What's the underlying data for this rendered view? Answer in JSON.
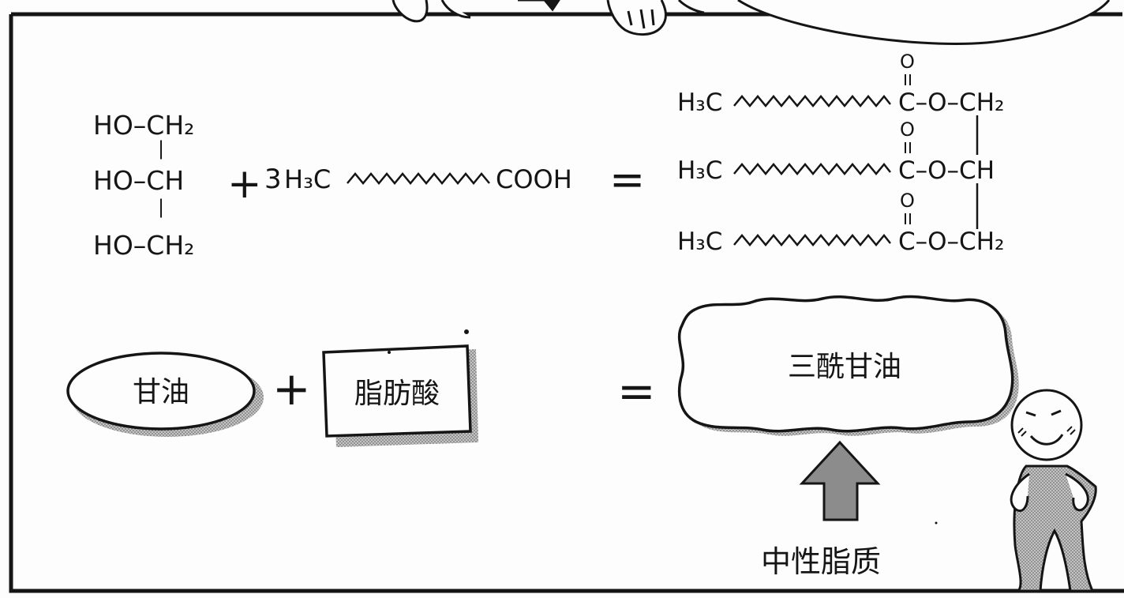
{
  "glycerol": {
    "line1": "HO–CH₂",
    "line2": "HO–CH",
    "line3": "HO–CH₂",
    "bond": "|"
  },
  "plus_top": "+",
  "fatty_acid": {
    "coef": "3",
    "left": "H₃C",
    "right": "COOH"
  },
  "equals_top": "=",
  "triglyceride": {
    "row1_left": "H₃C",
    "row1_right": "C–O–CH₂",
    "row2_left": "H₃C",
    "row2_right": "C–O–CH",
    "row3_left": "H₃C",
    "row3_right": "C–O–CH₂",
    "oxygen": "O"
  },
  "labels": {
    "glycerol": "甘油",
    "plus": "+",
    "fatty_acid": "脂肪酸",
    "equals": "=",
    "triglyceride": "三酰甘油",
    "neutral_fat": "中性脂质"
  },
  "colors": {
    "ink": "#151515",
    "screentone": "#a9a9a9",
    "arrow_fill": "#8c8c8c",
    "paper": "#fdfdfd"
  }
}
